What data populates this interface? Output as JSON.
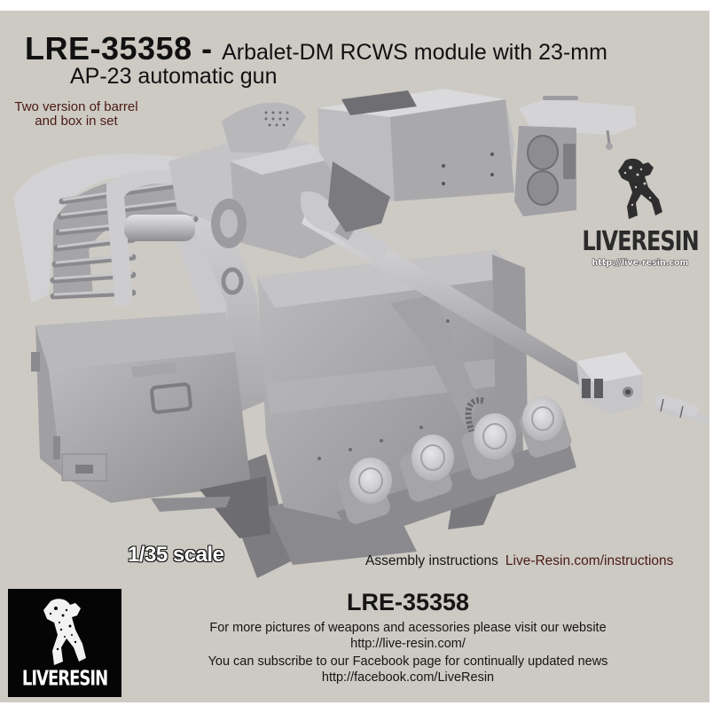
{
  "header": {
    "product_code": "LRE-35358",
    "title_separator": " - ",
    "title_rest": "Arbalet-DM RCWS module with 23-mm",
    "title_line2": "AP-23 automatic gun"
  },
  "note": {
    "line1": "Two version of barrel",
    "line2": "and box in set"
  },
  "logo_top": {
    "brand": "LIVERESIN",
    "url": "http://live-resin.com",
    "icon": "soldier-figure-icon"
  },
  "scale_label": "1/35 scale",
  "assembly": {
    "label": "Assembly instructions",
    "link": "Live-Resin.com/instructions"
  },
  "logo_box": {
    "brand": "LIVERESIN",
    "icon": "soldier-figure-icon"
  },
  "footer": {
    "product_code": "LRE-35358",
    "line1": "For more pictures of weapons and acessories please visit our website",
    "line2": "http://live-resin.com/",
    "line3": "You can subscribe to our Facebook page for continually updated news",
    "line4": "http://facebook.com/LiveResin"
  },
  "colors": {
    "background": "#cdcac4",
    "note_text": "#4a1a14",
    "link_text": "#4a1a14",
    "model_grey": "#a9a9ab",
    "logo_box": "#050505"
  },
  "illustration": {
    "subject": "Arbalet-DM RCWS module with 23-mm AP-23 automatic gun (3D render)",
    "parts": [
      "ammo-belt-feed",
      "receiver",
      "barrel",
      "muzzle-brake",
      "sight-housing",
      "optics-block",
      "ammo-box",
      "turret-body",
      "smoke-grenade-launchers",
      "cartridge"
    ]
  }
}
